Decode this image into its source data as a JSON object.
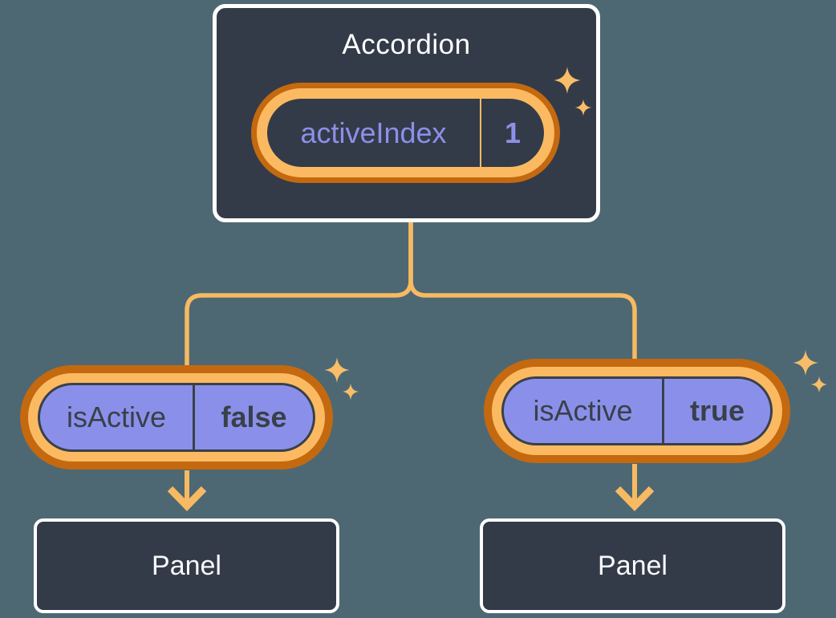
{
  "diagram": {
    "accordion": {
      "title": "Accordion",
      "state": {
        "label": "activeIndex",
        "value": "1"
      }
    },
    "children": [
      {
        "state": {
          "label": "isActive",
          "value": "false"
        },
        "panel": {
          "title": "Panel"
        }
      },
      {
        "state": {
          "label": "isActive",
          "value": "true"
        },
        "panel": {
          "title": "Panel"
        }
      }
    ],
    "colors": {
      "background": "#4d6873",
      "card_fill": "#343b48",
      "card_border": "#ffffff",
      "ring_outer_orange": "#c4690f",
      "ring_inner_orange": "#fbba62",
      "connector_orange": "#f7ba62",
      "sparkle_orange": "#f8bd68",
      "pill_fill_purple": "#8a90ea",
      "state_text_purple": "#8b90e9",
      "dark_text": "#394049",
      "white_text": "#ffffff"
    }
  }
}
